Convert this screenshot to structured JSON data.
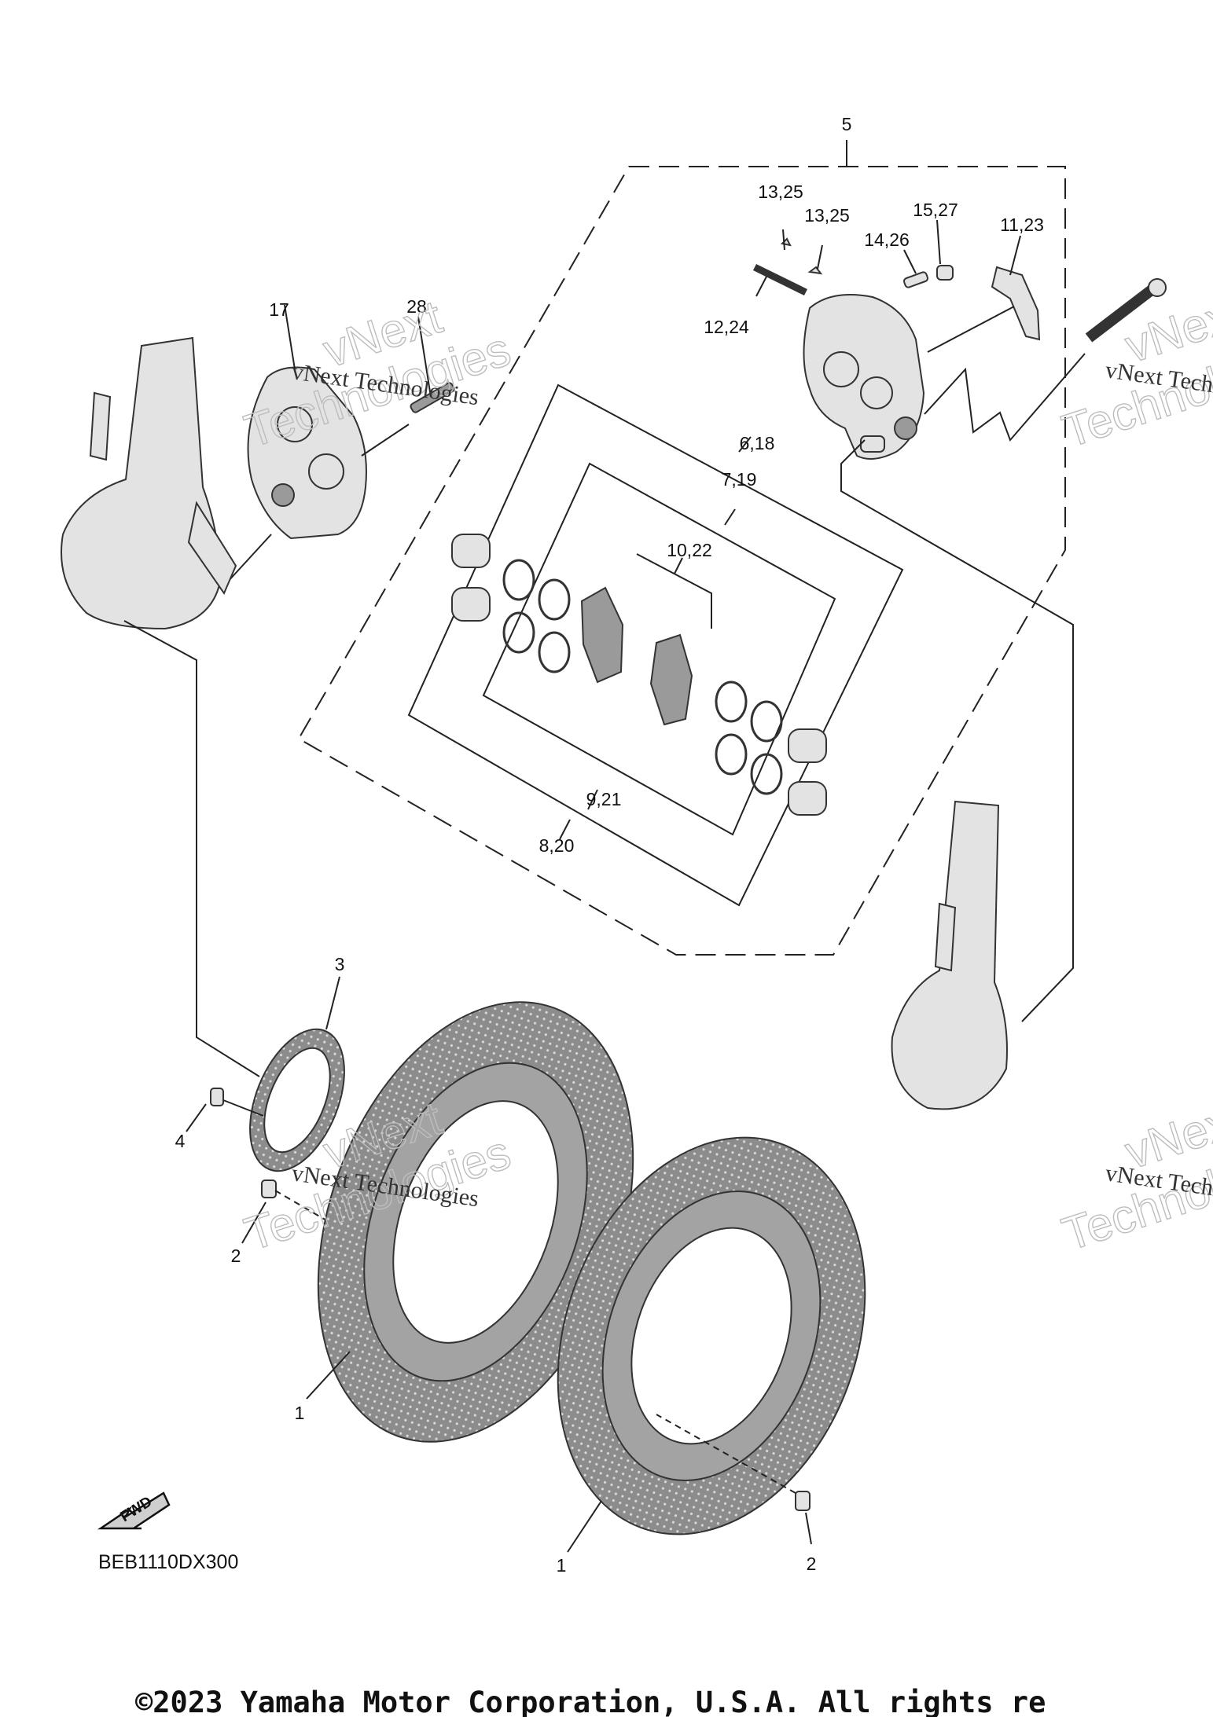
{
  "labels": {
    "p1a": "1",
    "p1b": "1",
    "p2a": "2",
    "p2b": "2",
    "p3": "3",
    "p4": "4",
    "p5": "5",
    "p6": "6,18",
    "p7": "7,19",
    "p8": "8,20",
    "p9": "9,21",
    "p10": "10,22",
    "p11": "11,23",
    "p12": "12,24",
    "p13a": "13,25",
    "p13b": "13,25",
    "p14": "14,26",
    "p15": "15,27",
    "p17": "17",
    "p28": "28"
  },
  "watermark": {
    "line1": "vNext Technologies",
    "line2": "vNext",
    "line3": "Technologies"
  },
  "diagram_code": "BEB1110DX300",
  "fwd_label": "FWD",
  "copyright": "©2023 Yamaha Motor Corporation, U.S.A. All rights re"
}
